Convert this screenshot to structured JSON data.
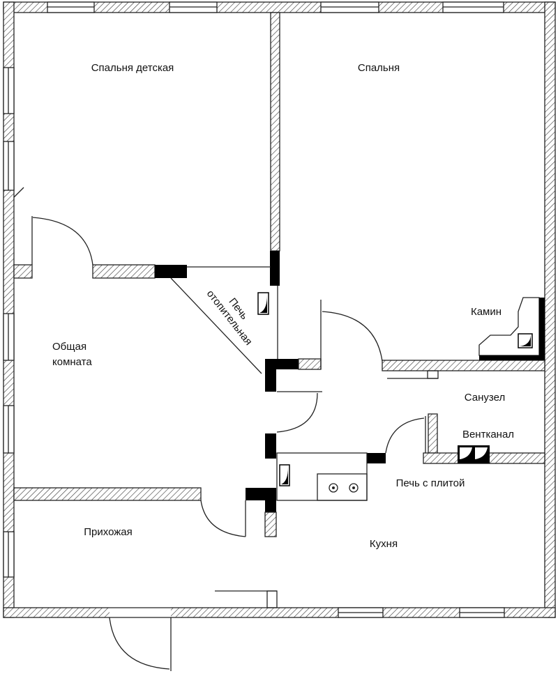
{
  "rooms": {
    "child_bedroom": "Спальня детская",
    "bedroom": "Спальня",
    "living_room": [
      "Общая",
      "комната"
    ],
    "heating_stove": [
      "Печь",
      "отопительная"
    ],
    "fireplace": "Камин",
    "bathroom": "Санузел",
    "vent_channel": "Вентканал",
    "cooking_stove": "Печь с плитой",
    "hallway": "Прихожая",
    "kitchen": "Кухня"
  },
  "colors": {
    "line": "#222222",
    "solid": "#000000",
    "background": "#ffffff"
  }
}
